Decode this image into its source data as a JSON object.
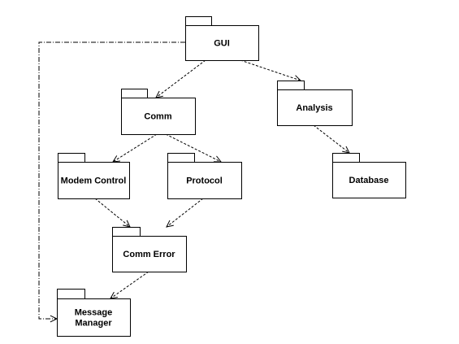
{
  "packages": [
    {
      "id": "gui",
      "label": [
        "GUI"
      ]
    },
    {
      "id": "comm",
      "label": [
        "Comm"
      ]
    },
    {
      "id": "analysis",
      "label": [
        "Analysis"
      ]
    },
    {
      "id": "modem-control",
      "label": [
        "Modem Control"
      ]
    },
    {
      "id": "protocol",
      "label": [
        "Protocol"
      ]
    },
    {
      "id": "database",
      "label": [
        "Database"
      ]
    },
    {
      "id": "comm-error",
      "label": [
        "Comm Error"
      ]
    },
    {
      "id": "message-manager",
      "label": [
        "Message",
        "Manager"
      ]
    }
  ],
  "dependencies": [
    {
      "from": "gui",
      "to": "comm"
    },
    {
      "from": "gui",
      "to": "analysis"
    },
    {
      "from": "gui",
      "to": "message-manager"
    },
    {
      "from": "comm",
      "to": "modem-control"
    },
    {
      "from": "comm",
      "to": "protocol"
    },
    {
      "from": "analysis",
      "to": "database"
    },
    {
      "from": "modem-control",
      "to": "comm-error"
    },
    {
      "from": "protocol",
      "to": "comm-error"
    },
    {
      "from": "comm-error",
      "to": "message-manager"
    }
  ]
}
